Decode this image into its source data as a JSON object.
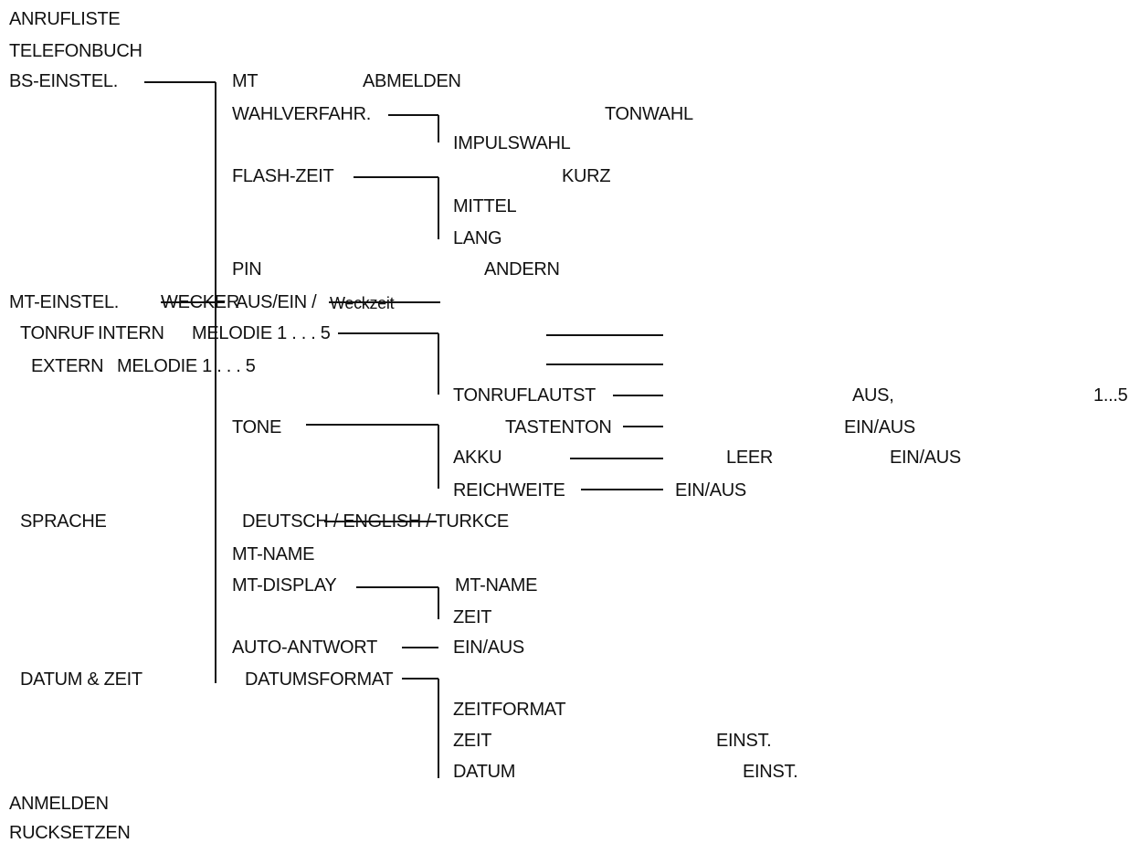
{
  "menu": {
    "anrufliste": "ANRUFLISTE",
    "telefonbuch": "TELEFONBUCH",
    "bs_einstel": {
      "label": "BS-EINSTEL.",
      "mt": "MT",
      "mt_abmelden": "ABMELDEN",
      "wahlverfahr": {
        "label": "WAHLVERFAHR.",
        "options": [
          "TONWAHL",
          "IMPULSWAHL"
        ]
      },
      "flash_zeit": {
        "label": "FLASH-ZEIT",
        "options": [
          "KURZ",
          "MITTEL",
          "LANG"
        ]
      },
      "pin": "PIN",
      "pin_andern": "ANDERN"
    },
    "mt_einstel": {
      "label": "MT-EINSTEL.",
      "wecker": "WECKER",
      "wecker_aus_ein": "AUS/EIN /",
      "weckzeit": "Weckzeit",
      "tonruf": "TONRUF",
      "intern": "INTERN",
      "intern_melodie": "MELODIE 1 . . . 5",
      "extern": "EXTERN",
      "extern_melodie": "MELODIE 1 . . . 5",
      "tonruflautst": "TONRUFLAUTST",
      "tonruflautst_aus": "AUS,",
      "tonruflautst_range": "1...5",
      "tone": {
        "label": "TONE",
        "tastenton": "TASTENTON",
        "tastenton_value": "EIN/AUS",
        "akku": "AKKU",
        "akku_leer": "LEER",
        "akku_value": "EIN/AUS",
        "reichweite": "REICHWEITE",
        "reichweite_value": "EIN/AUS"
      },
      "sprache": "SPRACHE",
      "sprache_options": "DEUTSCH / ENGLISH / TURKCE",
      "mt_name": "MT-NAME",
      "mt_display": {
        "label": "MT-DISPLAY",
        "options": [
          "MT-NAME",
          "ZEIT"
        ]
      },
      "auto_antwort": "AUTO-ANTWORT",
      "auto_antwort_value": "EIN/AUS",
      "datum_zeit": "DATUM & ZEIT",
      "datumsformat": "DATUMSFORMAT",
      "zeitformat": "ZEITFORMAT",
      "zeit": "ZEIT",
      "zeit_einst": "EINST.",
      "datum": "DATUM",
      "datum_einst": "EINST."
    },
    "anmelden": "ANMELDEN",
    "rucksetzen": "RUCKSETZEN"
  },
  "colors": {
    "text": "#111111",
    "lines": "#111111",
    "background": "#ffffff"
  }
}
